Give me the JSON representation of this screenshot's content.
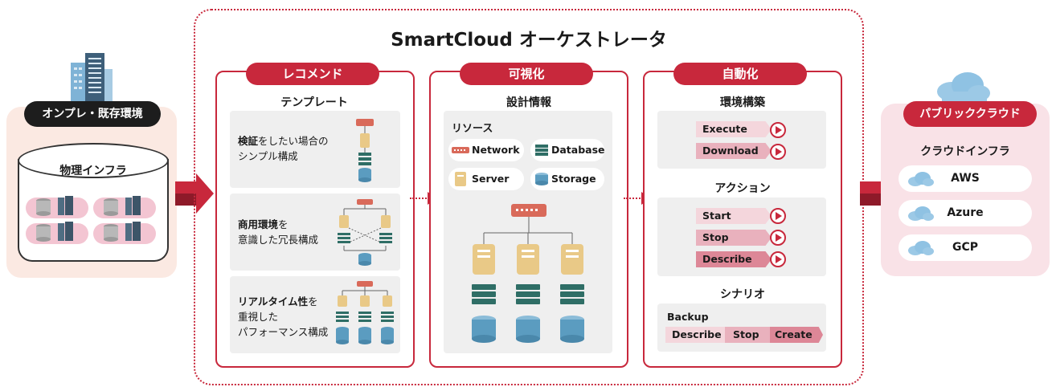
{
  "title": "SmartCloud オーケストレータ",
  "onprem": {
    "label": "オンプレ・既存環境",
    "infra_label": "物理インフラ"
  },
  "recommend": {
    "tab": "レコメンド",
    "subtitle": "テンプレート",
    "templates": [
      {
        "lines": [
          "検証をしたい場合の",
          "シンプル構成"
        ],
        "bold_part": "検証"
      },
      {
        "lines": [
          "商用環境を",
          "意識した冗長構成"
        ],
        "bold_part": "商用環境"
      },
      {
        "lines": [
          "リアルタイム性を",
          "重視した",
          "パフォーマンス構成"
        ],
        "bold_part": "リアルタイム性"
      }
    ]
  },
  "visualize": {
    "tab": "可視化",
    "subtitle": "設計情報",
    "resources_label": "リソース",
    "resources": [
      "Network",
      "Database",
      "Server",
      "Storage"
    ]
  },
  "automate": {
    "tab": "自動化",
    "env_build": {
      "title": "環境構築",
      "buttons": [
        "Execute",
        "Download"
      ]
    },
    "actions": {
      "title": "アクション",
      "buttons": [
        "Start",
        "Stop",
        "Describe"
      ]
    },
    "scenario": {
      "title": "シナリオ",
      "name": "Backup",
      "steps": [
        "Describe",
        "Stop",
        "Create"
      ]
    }
  },
  "cloud": {
    "label": "パブリッククラウド",
    "infra_label": "クラウドインフラ",
    "providers": [
      "AWS",
      "Azure",
      "GCP"
    ]
  },
  "colors": {
    "accent": "#c8283c",
    "server": "#e9c987",
    "storage": "#5b9cc0",
    "db": "#2f6e66",
    "cloud": "#8fc2e3"
  }
}
